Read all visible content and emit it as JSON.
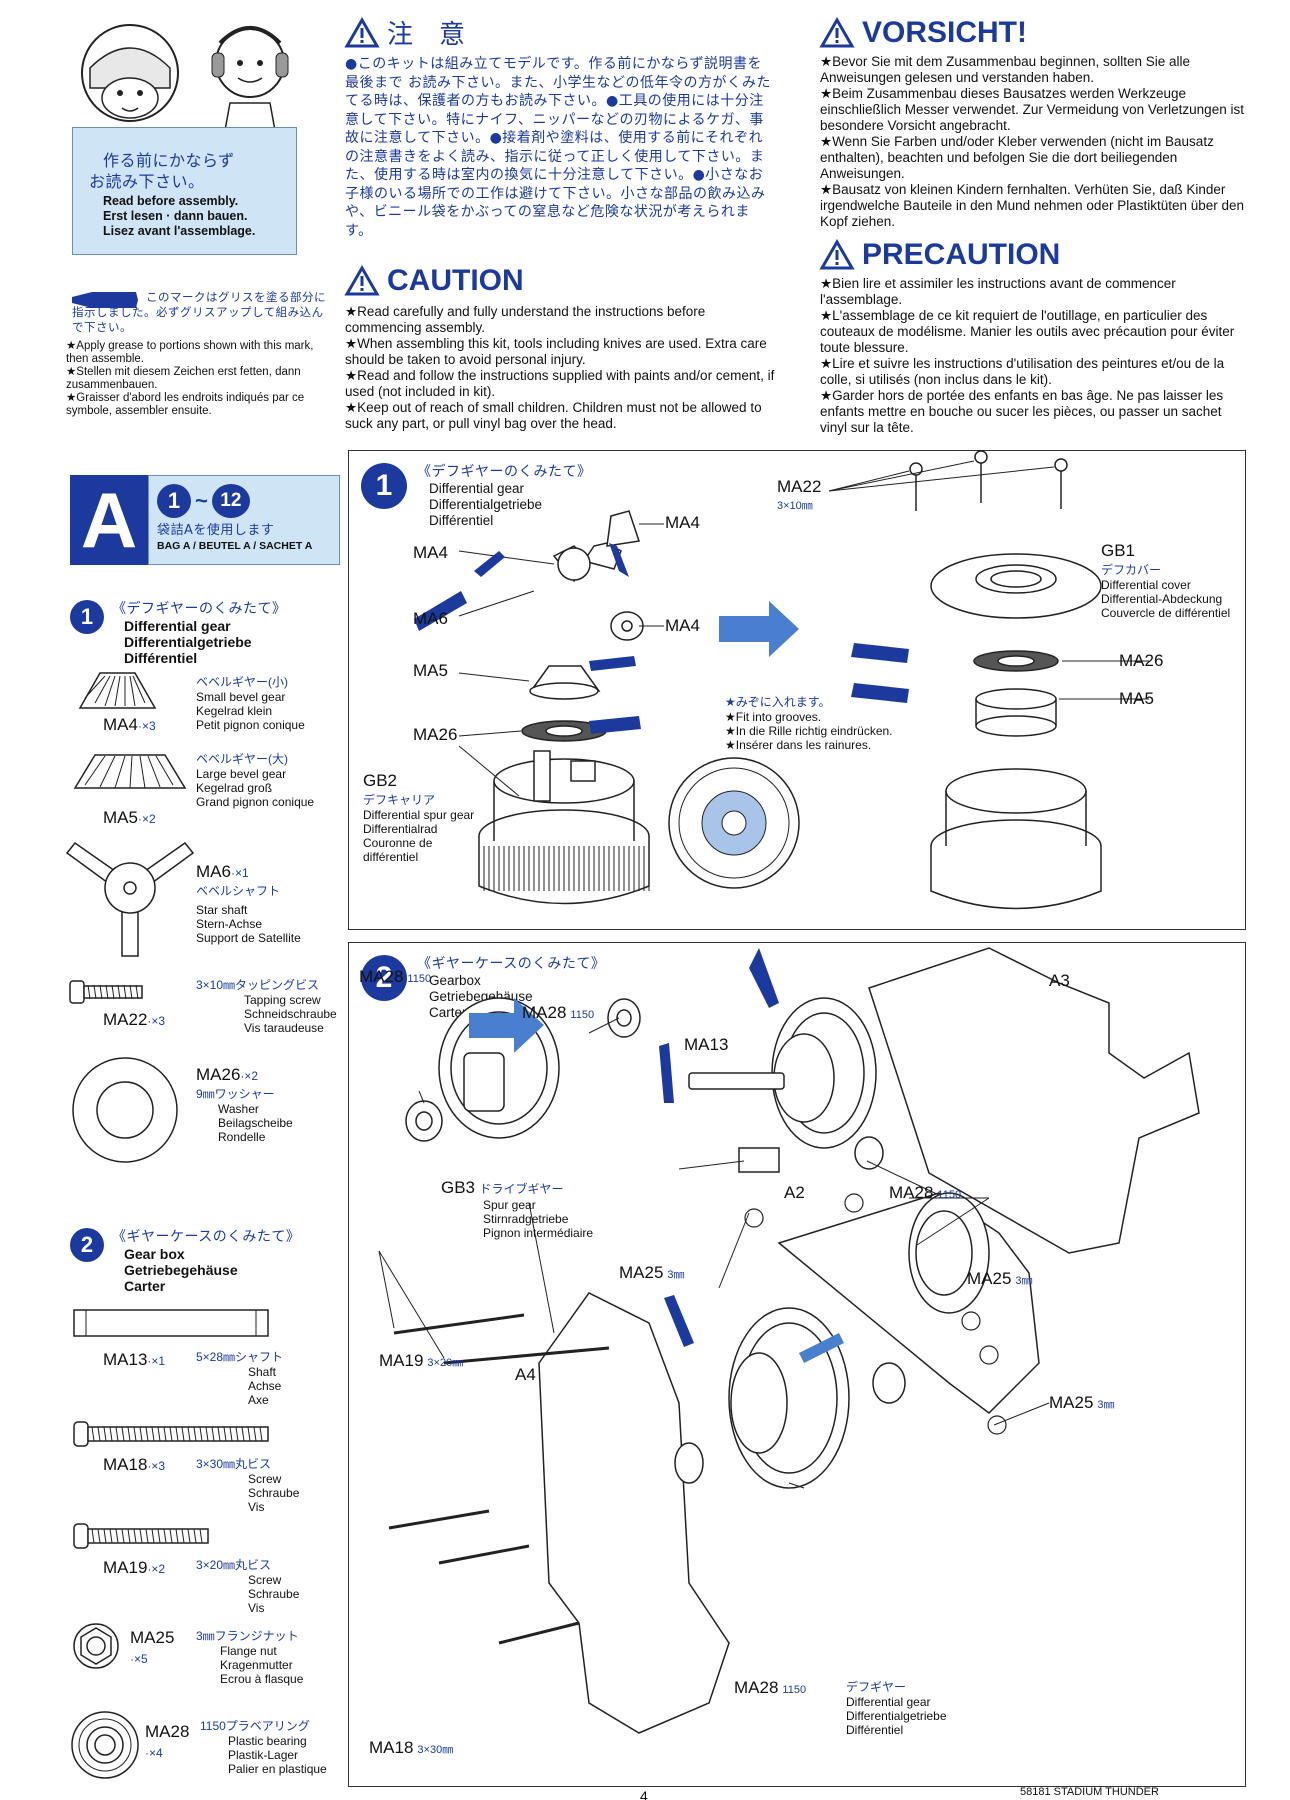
{
  "header_note": {
    "jp_line1": "作る前にかならず",
    "jp_line2": "お読み下さい。",
    "en": "Read before assembly.",
    "de": "Erst lesen · dann bauen.",
    "fr": "Lisez avant l'assemblage."
  },
  "grease_note": {
    "jp": "このマークはグリスを塗る部分に指示しました。必ずグリスアップして組み込んで下さい。",
    "en": "★Apply grease to portions shown with this mark, then assemble.",
    "de": "★Stellen mit diesem Zeichen erst fetten, dann zusammenbauen.",
    "fr": "★Graisser d'abord les endroits indiqués par ce symbole, assembler ensuite."
  },
  "warnings": {
    "jp_title": "注　意",
    "jp_text": "●このキットは組み立てモデルです。作る前にかならず説明書を最後まで お読み下さい。また、小学生などの低年令の方がくみたてる時は、保護者の方もお読み下さい。●工具の使用には十分注意して下さい。特にナイフ、ニッパーなどの刃物によるケガ、事故に注意して下さい。●接着剤や塗料は、使用する前にそれぞれの注意書きをよく読み、指示に従って正しく使用して下さい。また、使用する時は室内の換気に十分注意して下さい。●小さなお子様のいる場所での工作は避けて下さい。小さな部品の飲み込みや、ビニール袋をかぶっての窒息など危険な状況が考えられます。",
    "caution_title": "CAUTION",
    "caution_items": [
      "★Read carefully and fully understand the instructions before commencing assembly.",
      "★When assembling this kit, tools including knives are used. Extra care should be taken to avoid personal injury.",
      "★Read and follow the instructions supplied with paints and/or cement, if used (not included in kit).",
      "★Keep out of reach of small children. Children must not be allowed to suck any part, or pull vinyl bag over the head."
    ],
    "vorsicht_title": "VORSICHT!",
    "vorsicht_items": [
      "★Bevor Sie mit dem Zusammenbau beginnen, sollten Sie alle Anweisungen gelesen und verstanden haben.",
      "★Beim Zusammenbau dieses Bausatzes werden Werkzeuge einschließlich Messer verwendet. Zur Vermeidung von Verletzungen ist besondere Vorsicht angebracht.",
      "★Wenn Sie Farben und/oder Kleber verwenden (nicht im Bausatz enthalten), beachten und befolgen Sie die dort beiliegenden Anweisungen.",
      "★Bausatz von kleinen Kindern fernhalten. Verhüten Sie, daß Kinder irgendwelche Bauteile in den Mund nehmen oder Plastiktüten über den Kopf ziehen."
    ],
    "precaution_title": "PRECAUTION",
    "precaution_items": [
      "★Bien lire et assimiler les instructions avant de commencer l'assemblage.",
      "★L'assemblage de ce kit requiert de l'outillage, en particulier des couteaux de modélisme. Manier les outils avec précaution pour éviter toute blessure.",
      "★Lire et suivre les instructions d'utilisation des peintures et/ou de la colle, si utilisés (non inclus dans le kit).",
      "★Garder hors de portée des enfants en bas âge. Ne pas laisser les enfants mettre en bouche ou sucer les pièces, ou passer un sachet vinyl sur la tête."
    ]
  },
  "bag_section": {
    "letter": "A",
    "range_start": "1",
    "range_sep": "~",
    "range_end": "12",
    "jp": "袋詰Aを使用します",
    "en": "BAG A / BEUTEL A / SACHET A"
  },
  "parts_step1": {
    "num": "1",
    "jp": "《デフギヤーのくみたて》",
    "en": "Differential gear",
    "de": "Differentialgetriebe",
    "fr": "Différentiel",
    "parts": [
      {
        "code": "MA4",
        "qty": "·×3",
        "jp": "ベベルギヤー(小)",
        "en": "Small bevel gear",
        "de": "Kegelrad klein",
        "fr": "Petit pignon conique"
      },
      {
        "code": "MA5",
        "qty": "·×2",
        "jp": "ベベルギヤー(大)",
        "en": "Large bevel gear",
        "de": "Kegelrad groß",
        "fr": "Grand pignon conique"
      },
      {
        "code": "MA6",
        "qty": "·×1",
        "jp": "ベベルシャフト",
        "en": "Star shaft",
        "de": "Stern-Achse",
        "fr": "Support de Satellite"
      },
      {
        "code": "MA22",
        "qty": "·×3",
        "jp": "3×10㎜タッピングビス",
        "en": "Tapping screw",
        "de": "Schneidschraube",
        "fr": "Vis taraudeuse"
      },
      {
        "code": "MA26",
        "qty": "·×2",
        "jp": "9㎜ワッシャー",
        "en": "Washer",
        "de": "Beilagscheibe",
        "fr": "Rondelle"
      }
    ]
  },
  "parts_step2": {
    "num": "2",
    "jp": "《ギヤーケースのくみたて》",
    "en": "Gear box",
    "de": "Getriebegehäuse",
    "fr": "Carter",
    "parts": [
      {
        "code": "MA13",
        "qty": "·×1",
        "jp": "5×28㎜シャフト",
        "en": "Shaft",
        "de": "Achse",
        "fr": "Axe"
      },
      {
        "code": "MA18",
        "qty": "·×3",
        "jp": "3×30㎜丸ビス",
        "en": "Screw",
        "de": "Schraube",
        "fr": "Vis"
      },
      {
        "code": "MA19",
        "qty": "·×2",
        "jp": "3×20㎜丸ビス",
        "en": "Screw",
        "de": "Schraube",
        "fr": "Vis"
      },
      {
        "code": "MA25",
        "qty": "·×5",
        "jp": "3㎜フランジナット",
        "en": "Flange nut",
        "de": "Kragenmutter",
        "fr": "Ecrou à flasque"
      },
      {
        "code": "MA28",
        "qty": "·×4",
        "jp": "1150プラベアリング",
        "en": "Plastic bearing",
        "de": "Plastik-Lager",
        "fr": "Palier en plastique"
      }
    ]
  },
  "step1_panel": {
    "num": "1",
    "jp": "《デフギヤーのくみたて》",
    "en": "Differential gear",
    "de": "Differentialgetriebe",
    "fr": "Différentiel",
    "labels": {
      "ma4a": "MA4",
      "ma4b": "MA4",
      "ma4c": "MA4",
      "ma6": "MA6",
      "ma5a": "MA5",
      "ma26a": "MA26",
      "ma22": "MA22",
      "ma22_size": "3×10㎜",
      "ma26b": "MA26",
      "ma5b": "MA5",
      "gb1": "GB1",
      "gb1_jp": "デフカバー",
      "gb1_en": "Differential cover",
      "gb1_de": "Differential-Abdeckung",
      "gb1_fr": "Couvercle de différentiel",
      "gb2": "GB2",
      "gb2_jp": "デフキャリア",
      "gb2_en": "Differential spur gear",
      "gb2_de": "Differentialrad",
      "gb2_fr1": "Couronne de",
      "gb2_fr2": "différentiel"
    },
    "groove_note": {
      "jp": "★みぞに入れます。",
      "en": "★Fit into grooves.",
      "de": "★In die Rille richtig eindrücken.",
      "fr": "★Insérer dans les rainures."
    }
  },
  "step2_panel": {
    "num": "2",
    "jp": "《ギヤーケースのくみたて》",
    "en": "Gearbox",
    "de": "Getriebegehäuse",
    "fr": "Carter",
    "labels": {
      "ma28a": "MA28",
      "ma28a_n": "1150",
      "ma28b": "MA28",
      "ma28b_n": "1150",
      "ma28c": "MA28",
      "ma28c_n": "1150",
      "ma28d": "MA28",
      "ma28d_n": "1150",
      "ma13": "MA13",
      "a2": "A2",
      "a3": "A3",
      "a4": "A4",
      "gb3": "GB3",
      "gb3_jp": "ドライブギヤー",
      "gb3_en": "Spur gear",
      "gb3_de": "Stirnradgetriebe",
      "gb3_fr": "Pignon intermédiaire",
      "ma25a": "MA25",
      "ma25a_n": "3㎜",
      "ma25b": "MA25",
      "ma25b_n": "3㎜",
      "ma25c": "MA25",
      "ma25c_n": "3㎜",
      "ma19": "MA19",
      "ma19_n": "3×20㎜",
      "ma18": "MA18",
      "ma18_n": "3×30㎜",
      "diff_jp": "デフギヤー",
      "diff_en": "Differential gear",
      "diff_de": "Differentialgetriebe",
      "diff_fr": "Différentiel"
    }
  },
  "footer": {
    "page": "4",
    "kit": "58181 STADIUM THUNDER"
  },
  "colors": {
    "accent": "#1c3a9e",
    "panel_bg": "#cfe4f5"
  }
}
